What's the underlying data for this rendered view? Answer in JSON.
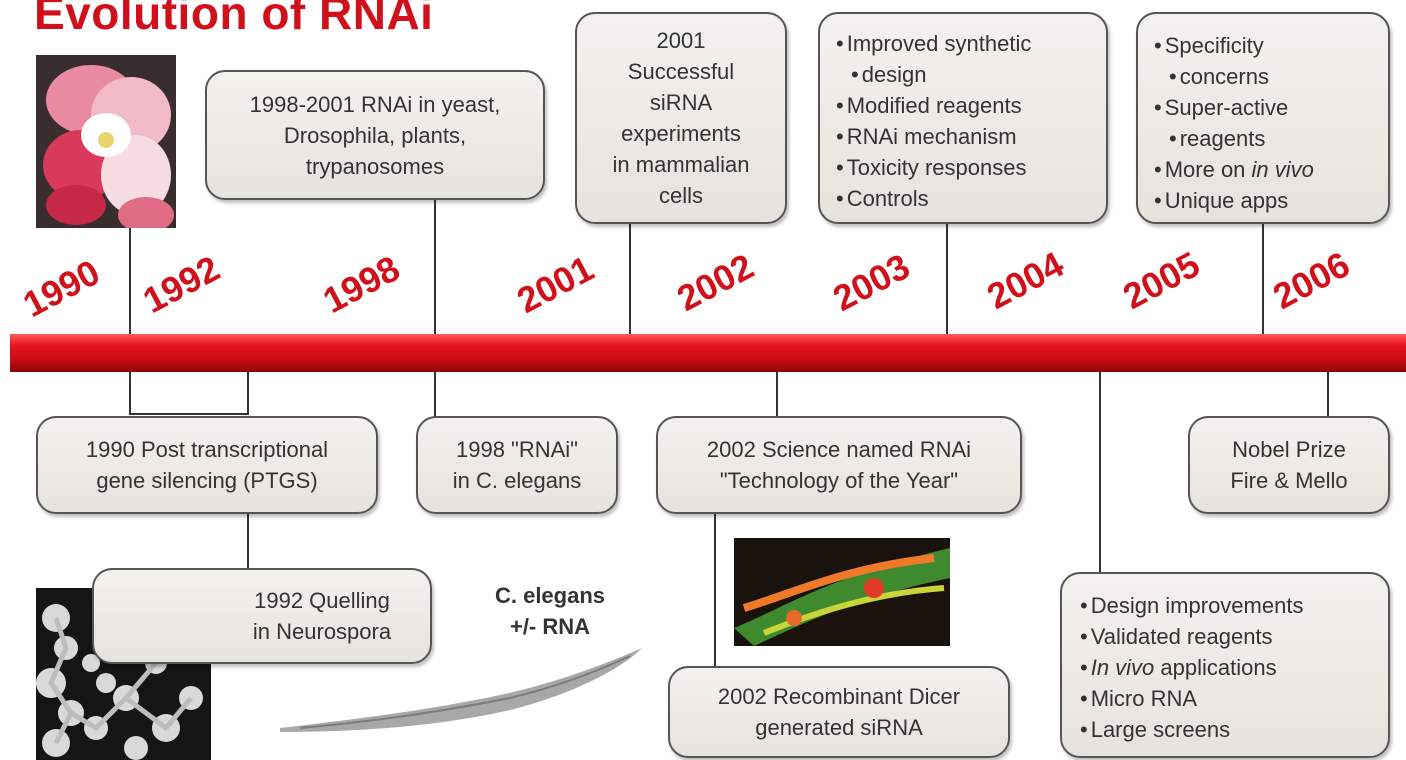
{
  "title": "Evolution of RNAi",
  "years": [
    "1990",
    "1992",
    "1998",
    "2001",
    "2002",
    "2003",
    "2004",
    "2005",
    "2006"
  ],
  "above": {
    "b1998": [
      "1998-2001 RNAi in yeast,",
      "Drosophila, plants,",
      "trypanosomes"
    ],
    "b2001": [
      "2001",
      "Successful",
      "siRNA",
      "experiments",
      "in mammalian",
      "cells"
    ],
    "b2003": [
      "Improved synthetic",
      "design",
      "Modified reagents",
      "RNAi mechanism",
      "Toxicity responses",
      "Controls"
    ],
    "b2005": [
      "Specificity",
      "concerns",
      "Super-active",
      "reagents",
      "More on in vivo",
      "Unique apps"
    ]
  },
  "below": {
    "b1990": [
      "1990 Post transcriptional",
      "gene silencing (PTGS)"
    ],
    "b1992": [
      "1992 Quelling",
      "in Neurospora"
    ],
    "b1998": [
      "1998 \"RNAi\"",
      "in C. elegans"
    ],
    "b2002a": [
      "2002 Science named RNAi",
      "\"Technology of the Year\""
    ],
    "b2002b": [
      "2002 Recombinant Dicer",
      "generated siRNA"
    ],
    "b2004": [
      "Design improvements",
      "Validated reagents",
      "In vivo applications",
      "Micro RNA",
      "Large screens"
    ],
    "b2006": [
      "Nobel Prize",
      "Fire & Mello"
    ]
  },
  "caption_celegans": [
    "C. elegans",
    "+/- RNA"
  ]
}
